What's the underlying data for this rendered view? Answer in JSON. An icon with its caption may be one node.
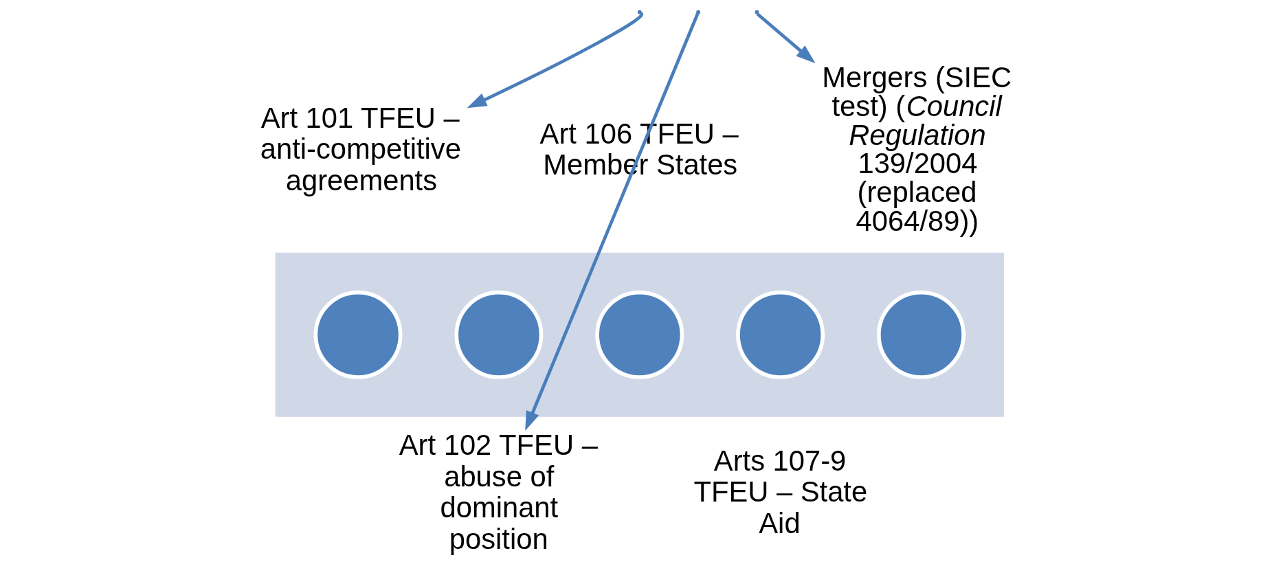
{
  "diagram": {
    "nodes": [
      {
        "text": [],
        "shape": "arrow"
      },
      {
        "text": [],
        "shape": "circle",
        "in": 0
      },
      {
        "text": [],
        "shape": "circle",
        "in": 0
      },
      {
        "text": [],
        "shape": "circle",
        "in": 0
      },
      {
        "text": [],
        "shape": "circle",
        "in": 0
      },
      {
        "text": [],
        "shape": "circle",
        "in": 0
      },
      {
        "text": [
          "Art 101 TFEU – anti-competitive agreements"
        ]
      },
      {
        "text": [
          "Art 102 TFEU – abuse of dominant position"
        ]
      },
      {
        "text": [
          "Art 106 TFEU – Member States"
        ]
      },
      {
        "text": [
          "Arts 107-9 TFEU – State Aid"
        ]
      },
      {
        "text": [
          "Mergers (SIEC test) (*Council Regulation* 139/2004 (replaced 4064/89))"
        ]
      }
    ],
    "edges": [
      {
        "from": null,
        "to": 6,
        "arrow": "to"
      },
      {
        "from": null,
        "to": 7,
        "arrow": "to"
      },
      {
        "from": null,
        "to": 10,
        "arrow": "to"
      }
    ]
  }
}
